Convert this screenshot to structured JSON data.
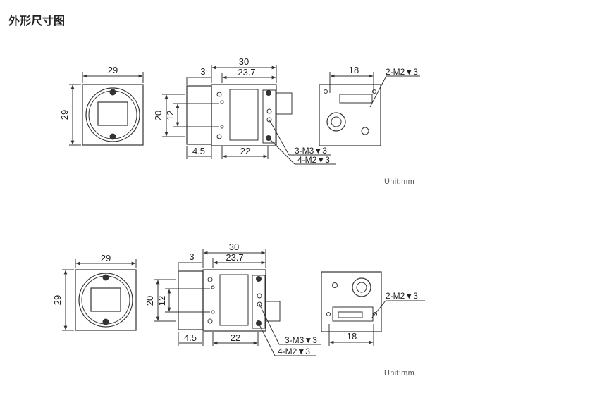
{
  "section_title": "外形尺寸图",
  "drawings": [
    {
      "front_width": "29",
      "front_height": "29",
      "side_total": "30",
      "side_front": "3",
      "side_body": "23.7",
      "side_height": "20",
      "side_inner": "12",
      "side_bottom_left": "4.5",
      "side_bottom_body": "22",
      "thread_label_1": "3-M3▼3",
      "thread_label_2": "4-M2▼3",
      "rear_width": "18",
      "rear_thread": "2-M2▼3",
      "unit": "Unit:mm"
    },
    {
      "front_width": "29",
      "front_height": "29",
      "side_total": "30",
      "side_front": "3",
      "side_body": "23.7",
      "side_height": "20",
      "side_inner": "12",
      "side_bottom_left": "4.5",
      "side_bottom_body": "22",
      "thread_label_1": "3-M3▼3",
      "thread_label_2": "4-M2▼3",
      "rear_width": "18",
      "rear_thread": "2-M2▼3",
      "unit": "Unit:mm"
    }
  ]
}
